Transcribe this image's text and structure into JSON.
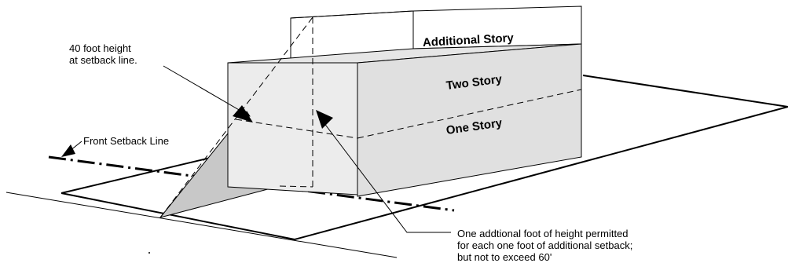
{
  "diagram": {
    "labels": {
      "height_line1": "40 foot height",
      "height_line2": "at setback line.",
      "front_setback": "Front Setback Line",
      "additional_line1": "One addtional foot of height permitted",
      "additional_line2": "for each one foot of additional setback;",
      "additional_line3": "but not to exceed 60'"
    },
    "stories": {
      "additional": "Additional Story",
      "two": "Two Story",
      "one": "One Story"
    },
    "colors": {
      "building_fill": "#e0e0e0",
      "plane_fill": "#c8c8c8",
      "line": "#000000"
    }
  }
}
